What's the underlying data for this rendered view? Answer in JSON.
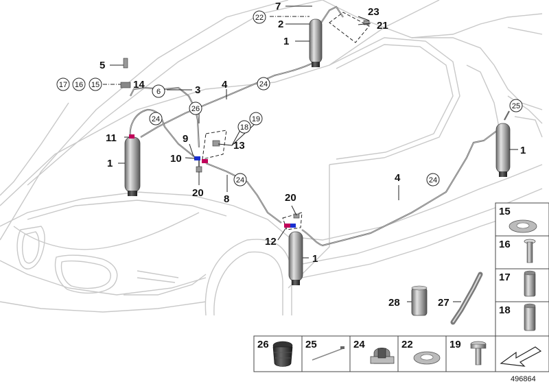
{
  "callouts": {
    "c1a": "1",
    "c1b": "1",
    "c1c": "1",
    "c1d": "1",
    "c2": "2",
    "c3": "3",
    "c4a": "4",
    "c4b": "4",
    "c5": "5",
    "c6": "6",
    "c7": "7",
    "c8": "8",
    "c9": "9",
    "c10": "10",
    "c11": "11",
    "c12": "12",
    "c13": "13",
    "c14": "14",
    "c15": "15",
    "c16": "16",
    "c17": "17",
    "c18": "18",
    "c19": "19",
    "c20a": "20",
    "c20b": "20",
    "c21": "21",
    "c22": "22",
    "c23": "23",
    "c24a": "24",
    "c24b": "24",
    "c24c": "24",
    "c24d": "24",
    "c25": "25",
    "c26": "26",
    "c27": "27",
    "c28": "28"
  },
  "side_legend": {
    "p15": "15",
    "p16": "16",
    "p17": "17",
    "p18": "18"
  },
  "bottom_legend": {
    "p26": "26",
    "p25": "25",
    "p24": "24",
    "p22": "22",
    "p19": "19"
  },
  "reference_number": "496864"
}
